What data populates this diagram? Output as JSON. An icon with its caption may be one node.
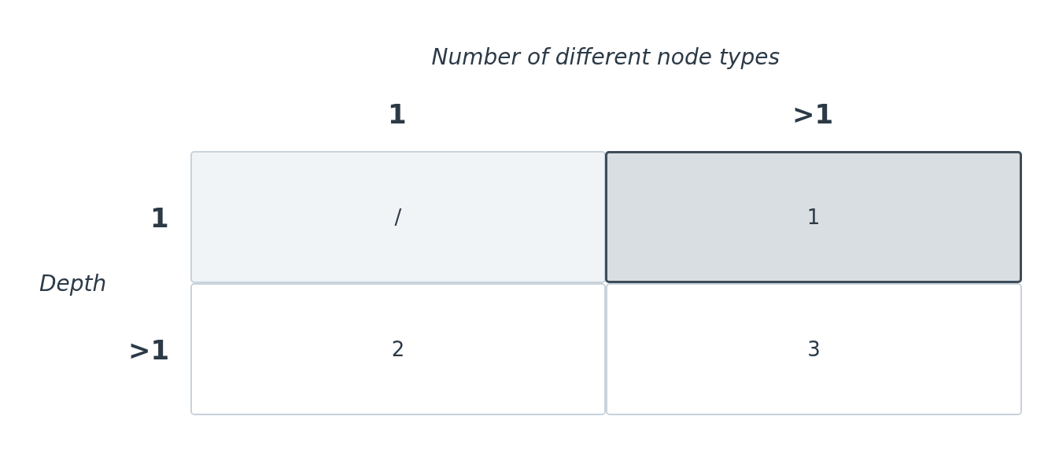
{
  "diagram": {
    "nodes": [
      {
        "text": [
          "/"
        ]
      },
      {
        "text": [
          "1"
        ]
      },
      {
        "text": [
          "2"
        ]
      },
      {
        "text": [
          "3"
        ]
      }
    ],
    "labels": [
      "Number of different node types",
      "1",
      ">1",
      "1",
      "Depth",
      ">1"
    ]
  }
}
